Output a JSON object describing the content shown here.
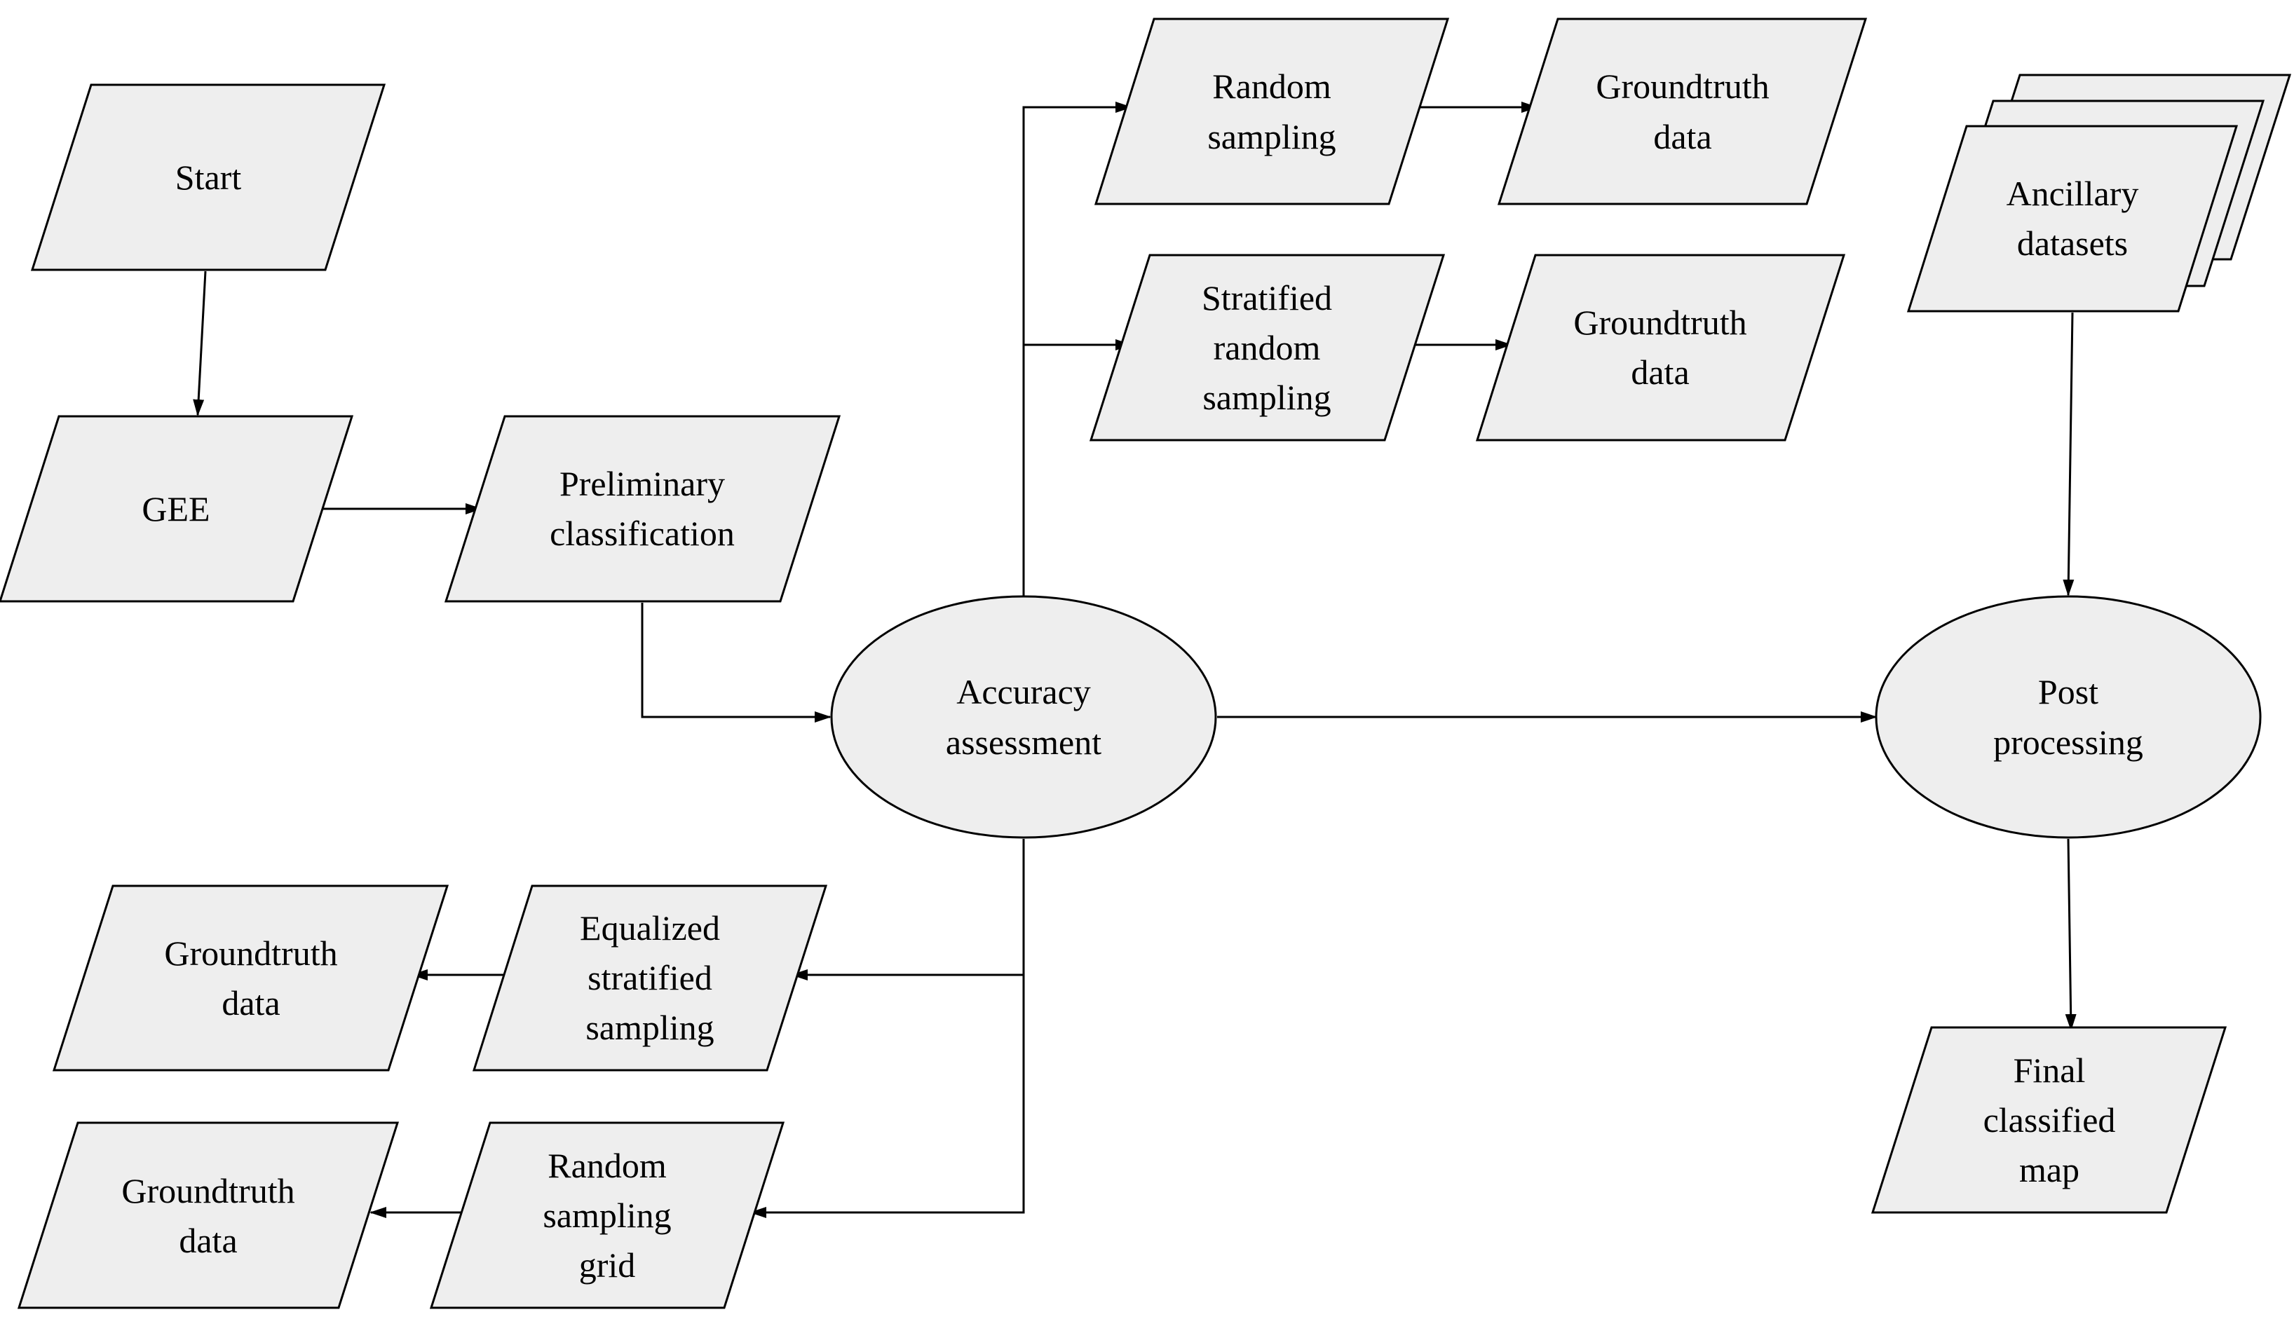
{
  "nodes": {
    "start": {
      "lines": [
        "Start"
      ]
    },
    "gee": {
      "lines": [
        "GEE"
      ]
    },
    "preliminary": {
      "lines": [
        "Preliminary",
        "classification"
      ]
    },
    "accuracy": {
      "lines": [
        "Accuracy",
        "assessment"
      ]
    },
    "random_sampling": {
      "lines": [
        "Random",
        "sampling"
      ]
    },
    "gt_random": {
      "lines": [
        "Groundtruth",
        "data"
      ]
    },
    "stratified_random": {
      "lines": [
        "Stratified",
        "random",
        "sampling"
      ]
    },
    "gt_stratified": {
      "lines": [
        "Groundtruth",
        "data"
      ]
    },
    "equalized": {
      "lines": [
        "Equalized",
        "stratified",
        "sampling"
      ]
    },
    "gt_equalized": {
      "lines": [
        "Groundtruth",
        "data"
      ]
    },
    "grid": {
      "lines": [
        "Random",
        "sampling",
        "grid"
      ]
    },
    "gt_grid": {
      "lines": [
        "Groundtruth",
        "data"
      ]
    },
    "ancillary": {
      "lines": [
        "Ancillary",
        "datasets"
      ]
    },
    "post": {
      "lines": [
        "Post",
        "processing"
      ]
    },
    "final": {
      "lines": [
        "Final",
        "classified",
        "map"
      ]
    }
  },
  "edges": [
    {
      "from": "start",
      "to": "gee"
    },
    {
      "from": "gee",
      "to": "preliminary"
    },
    {
      "from": "preliminary",
      "to": "accuracy"
    },
    {
      "from": "accuracy",
      "to": "random_sampling"
    },
    {
      "from": "accuracy",
      "to": "stratified_random"
    },
    {
      "from": "random_sampling",
      "to": "gt_random"
    },
    {
      "from": "stratified_random",
      "to": "gt_stratified"
    },
    {
      "from": "accuracy",
      "to": "equalized"
    },
    {
      "from": "accuracy",
      "to": "grid"
    },
    {
      "from": "equalized",
      "to": "gt_equalized"
    },
    {
      "from": "grid",
      "to": "gt_grid"
    },
    {
      "from": "accuracy",
      "to": "post"
    },
    {
      "from": "ancillary",
      "to": "post"
    },
    {
      "from": "post",
      "to": "final"
    }
  ]
}
